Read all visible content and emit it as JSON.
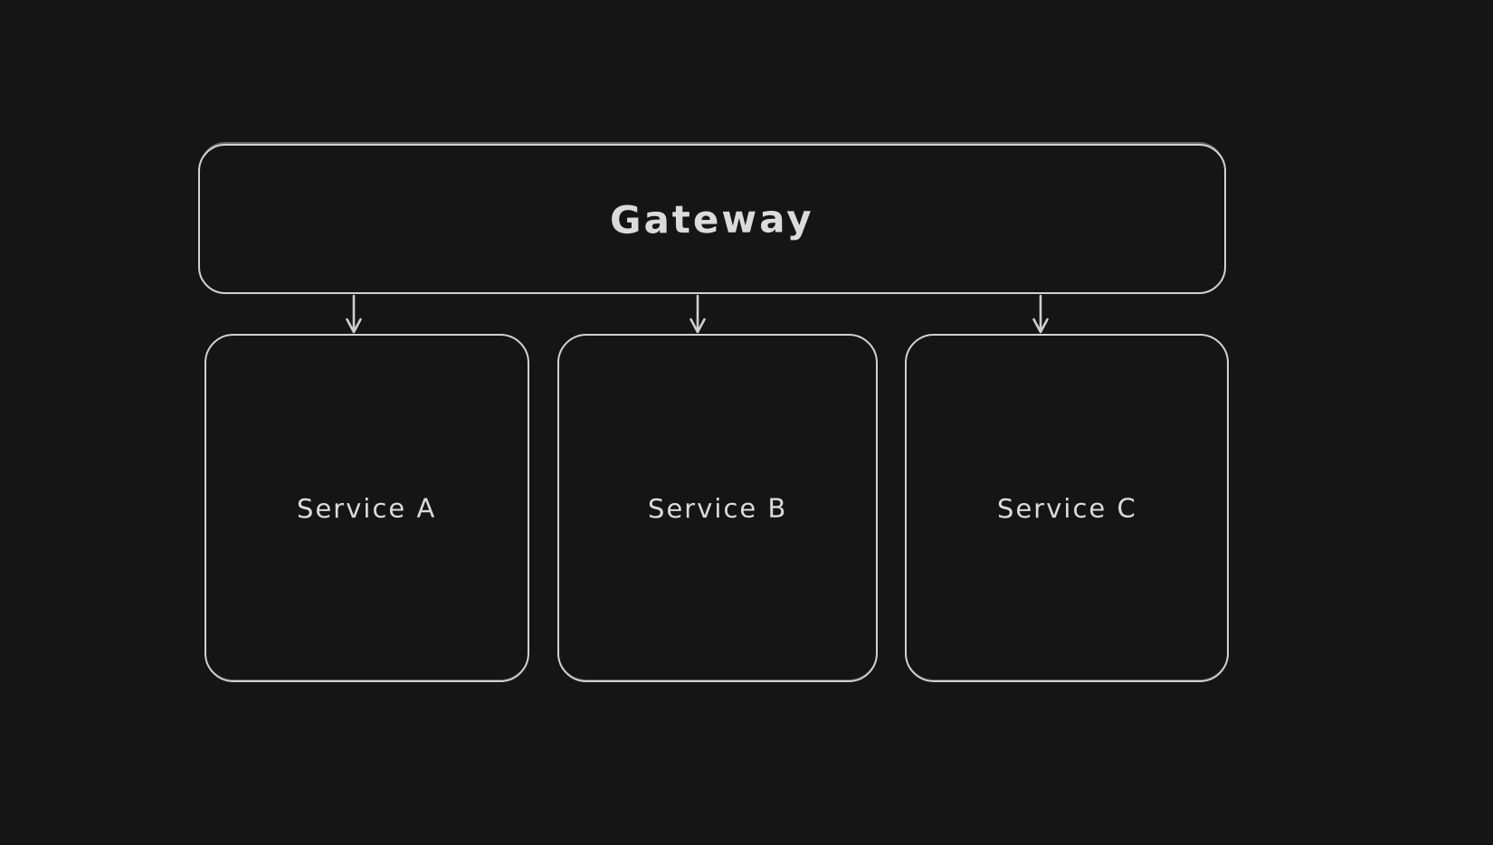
{
  "canvas": {
    "background_color": "#151515",
    "stroke_color": "#d2d2d2",
    "text_color": "#dbdbdb"
  },
  "diagram": {
    "type": "flowchart",
    "gateway": {
      "id": "gateway",
      "label": "Gateway"
    },
    "services": [
      {
        "id": "service-a",
        "label": "Service A"
      },
      {
        "id": "service-b",
        "label": "Service B"
      },
      {
        "id": "service-c",
        "label": "Service C"
      }
    ],
    "connections": [
      {
        "from": "gateway",
        "to": "service-a",
        "direction": "down"
      },
      {
        "from": "gateway",
        "to": "service-b",
        "direction": "down"
      },
      {
        "from": "gateway",
        "to": "service-c",
        "direction": "down"
      }
    ]
  }
}
